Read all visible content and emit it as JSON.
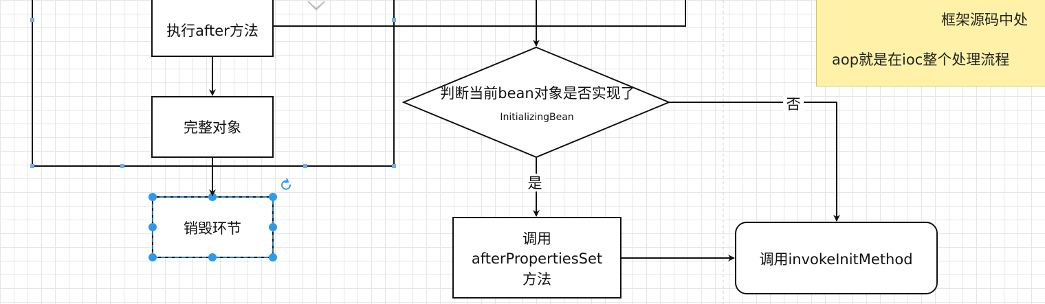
{
  "nodes": {
    "after_method": "执行after方法",
    "complete_object": "完整对象",
    "destroy_phase": "销毁环节",
    "decision_main": "判断当前bean对象是否实现了",
    "decision_sub": "InitializingBean",
    "call_after_props_line1": "调用",
    "call_after_props_line2": "afterPropertiesSet",
    "call_after_props_line3": "方法",
    "call_invoke_init": "调用invokeInitMethod"
  },
  "edge_labels": {
    "yes": "是",
    "no": "否"
  },
  "note": {
    "line1": "框架源码中处",
    "line2": "aop就是在ioc整个处理流程"
  },
  "colors": {
    "selection": "#2d9bea",
    "note_fill": "#fff2a8",
    "stroke": "#111111"
  }
}
